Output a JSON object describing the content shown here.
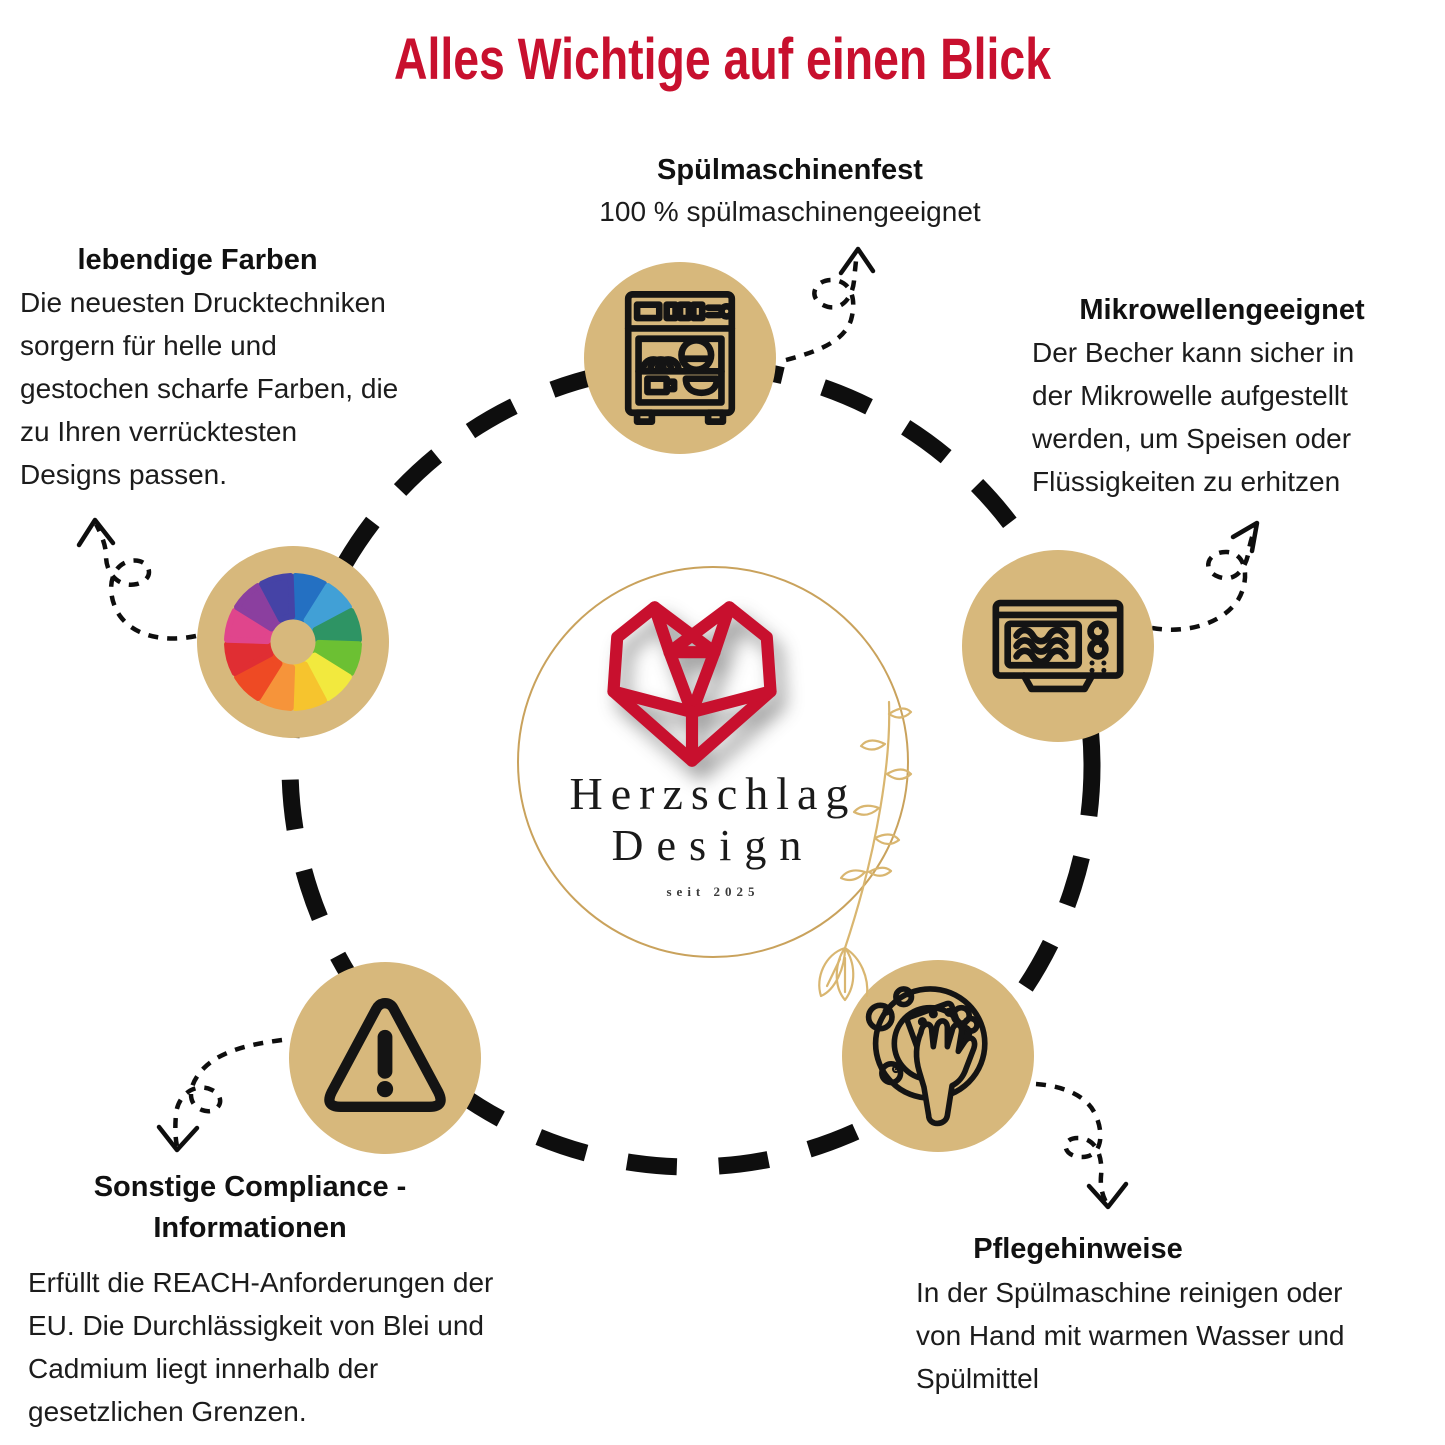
{
  "title": "Alles Wichtige auf einen Blick",
  "center_logo": {
    "brand_line1": "Herzschlag",
    "brand_line2": "Design",
    "tagline": "seit 2025"
  },
  "features": {
    "dishwasher_safe": {
      "heading": "Spülmaschinenfest",
      "body": "100 % spülmaschinengeeignet"
    },
    "vivid_colors": {
      "heading": "lebendige Farben",
      "body": "Die neuesten Drucktechniken\nsorgern für helle und\ngestochen scharfe Farben, die\nzu Ihren verrücktesten\nDesigns passen."
    },
    "microwave_safe": {
      "heading": "Mikrowellengeeignet",
      "body": "Der Becher kann sicher in\nder Mikrowelle aufgestellt\nwerden, um Speisen oder\nFlüssigkeiten zu erhitzen"
    },
    "compliance": {
      "heading": "Sonstige  Compliance -\nInformationen",
      "body": "Erfüllt die REACH-Anforderungen der\nEU. Die Durchlässigkeit von Blei und\nCadmium liegt innerhalb der\ngesetzlichen Grenzen."
    },
    "care": {
      "heading": "Pflegehinweise",
      "body": "In der Spülmaschine reinigen oder\nvon Hand mit warmen Wasser und\nSpülmittel"
    }
  },
  "color_wheel": [
    "#2470c2",
    "#41a0d6",
    "#2e9464",
    "#6cc033",
    "#f2e93e",
    "#f6c42e",
    "#f6943a",
    "#ee4a24",
    "#e02e33",
    "#e0458c",
    "#8b3f9f",
    "#4543a6"
  ],
  "colors": {
    "accent_red": "#c8102e",
    "badge_tan": "#d7b87c",
    "logo_gold": "#c9a25c",
    "ink": "#0e0e0e"
  },
  "icons": {
    "top": "dishwasher-icon",
    "left": "color-wheel-icon",
    "right": "microwave-icon",
    "bottom_left": "warning-icon",
    "bottom_right": "hand-wash-icon",
    "center": "geometric-heart-icon",
    "decoration": "branch-icon",
    "connectors": "dashed-ring, curly-dashed-arrows"
  }
}
